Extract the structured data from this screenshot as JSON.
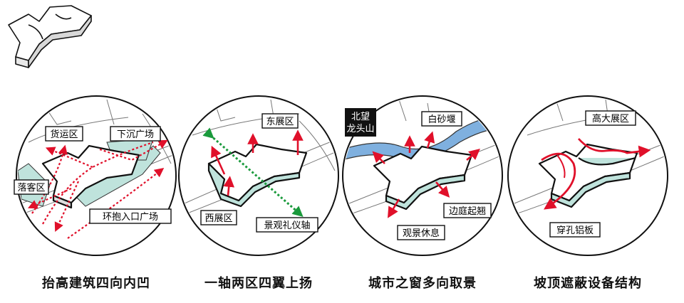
{
  "panels": [
    {
      "id": "p1",
      "caption": "抬高建筑四向内凹",
      "labels": {
        "freight": "货运区",
        "sunken_plaza": "下沉广场",
        "dropoff": "落客区",
        "entrance_plaza": "环抱入口广场"
      }
    },
    {
      "id": "p2",
      "caption": "一轴两区四翼上扬",
      "labels": {
        "east_hall": "东展区",
        "west_hall": "西展区",
        "axis": "景观礼仪轴"
      }
    },
    {
      "id": "p3",
      "caption": "城市之窗多向取景",
      "labels": {
        "mountain_line1": "北望",
        "mountain_line2": "龙头山",
        "weir": "白砂堰",
        "edge_court": "边庭起翘",
        "viewing": "观景休息"
      }
    },
    {
      "id": "p4",
      "caption": "坡顶遮蔽设备结构",
      "labels": {
        "tall_hall": "高大展区",
        "perforated": "穿孔铝板"
      }
    }
  ],
  "colors": {
    "teal_fill": "#bfe3dc",
    "arrow_red": "#e0102a",
    "axis_green": "#1a9a3c",
    "river_blue": "#7fb0df",
    "outline": "#111111"
  }
}
